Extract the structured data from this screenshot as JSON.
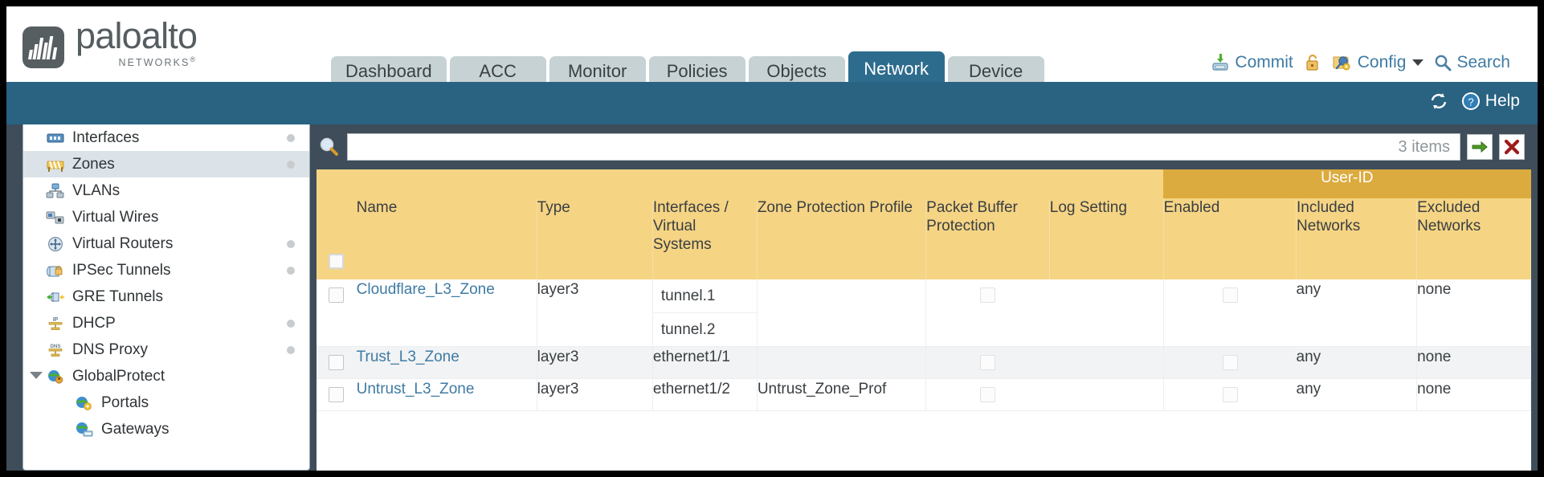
{
  "brand": {
    "name": "paloalto",
    "tagline": "NETWORKS",
    "registered": "®"
  },
  "tabs": [
    {
      "label": "Dashboard",
      "active": false
    },
    {
      "label": "ACC",
      "active": false
    },
    {
      "label": "Monitor",
      "active": false
    },
    {
      "label": "Policies",
      "active": false
    },
    {
      "label": "Objects",
      "active": false
    },
    {
      "label": "Network",
      "active": true
    },
    {
      "label": "Device",
      "active": false
    }
  ],
  "masthead_actions": [
    {
      "label": "Commit",
      "icon": "commit-save-icon"
    },
    {
      "label": "",
      "icon": "padlock-icon"
    },
    {
      "label": "Config",
      "icon": "config-wrench-icon",
      "caret": true
    },
    {
      "label": "Search",
      "icon": "search-magnifier-icon"
    }
  ],
  "bluebar": {
    "refresh_icon": "refresh-icon",
    "help_label": "Help",
    "help_icon": "help-question-icon"
  },
  "sidebar": {
    "items": [
      {
        "label": "Interfaces",
        "icon": "interfaces-icon",
        "dot": true,
        "selected": false,
        "sub": false,
        "expander": false
      },
      {
        "label": "Zones",
        "icon": "zones-icon",
        "dot": true,
        "selected": true,
        "sub": false,
        "expander": false
      },
      {
        "label": "VLANs",
        "icon": "vlans-icon",
        "dot": false,
        "selected": false,
        "sub": false,
        "expander": false
      },
      {
        "label": "Virtual Wires",
        "icon": "virtual-wires-icon",
        "dot": false,
        "selected": false,
        "sub": false,
        "expander": false
      },
      {
        "label": "Virtual Routers",
        "icon": "virtual-routers-icon",
        "dot": true,
        "selected": false,
        "sub": false,
        "expander": false
      },
      {
        "label": "IPSec Tunnels",
        "icon": "ipsec-tunnels-icon",
        "dot": true,
        "selected": false,
        "sub": false,
        "expander": false
      },
      {
        "label": "GRE Tunnels",
        "icon": "gre-tunnels-icon",
        "dot": false,
        "selected": false,
        "sub": false,
        "expander": false
      },
      {
        "label": "DHCP",
        "icon": "dhcp-icon",
        "dot": true,
        "selected": false,
        "sub": false,
        "expander": false
      },
      {
        "label": "DNS Proxy",
        "icon": "dns-proxy-icon",
        "dot": true,
        "selected": false,
        "sub": false,
        "expander": false
      },
      {
        "label": "GlobalProtect",
        "icon": "globalprotect-icon",
        "dot": false,
        "selected": false,
        "sub": false,
        "expander": true
      },
      {
        "label": "Portals",
        "icon": "portals-icon",
        "dot": false,
        "selected": false,
        "sub": true,
        "expander": false
      },
      {
        "label": "Gateways",
        "icon": "gateways-icon",
        "dot": false,
        "selected": false,
        "sub": true,
        "expander": false
      }
    ]
  },
  "search": {
    "icon": "search-magnifier-icon",
    "value": "",
    "placeholder": "",
    "item_count": "3 items",
    "apply_icon": "green-arrow-icon",
    "clear_icon": "red-x-icon"
  },
  "table": {
    "group_header": "User-ID",
    "columns": [
      "Name",
      "Type",
      "Interfaces / Virtual Systems",
      "Zone Protection Profile",
      "Packet Buffer Protection",
      "Log Setting",
      "Enabled",
      "Included Networks",
      "Excluded Networks"
    ],
    "rows": [
      {
        "selected": false,
        "name": "Cloudflare_L3_Zone",
        "type": "layer3",
        "interfaces": [
          "tunnel.1",
          "tunnel.2"
        ],
        "zone_protection_profile": "",
        "packet_buffer_protection": false,
        "log_setting": "",
        "enabled": false,
        "included_networks": "any",
        "excluded_networks": "none"
      },
      {
        "selected": false,
        "name": "Trust_L3_Zone",
        "type": "layer3",
        "interfaces": [
          "ethernet1/1"
        ],
        "zone_protection_profile": "",
        "packet_buffer_protection": false,
        "log_setting": "",
        "enabled": false,
        "included_networks": "any",
        "excluded_networks": "none"
      },
      {
        "selected": false,
        "name": "Untrust_L3_Zone",
        "type": "layer3",
        "interfaces": [
          "ethernet1/2"
        ],
        "zone_protection_profile": "Untrust_Zone_Prof",
        "packet_buffer_protection": false,
        "log_setting": "",
        "enabled": false,
        "included_networks": "any",
        "excluded_networks": "none"
      }
    ]
  },
  "colors": {
    "brand_gray": "#565d61",
    "active_tab_blue": "#2e6c8e",
    "inactive_tab": "#c6d2d4",
    "bluebar": "#2a6282",
    "body_slate": "#3e4d59",
    "table_header_gold": "#f5d484",
    "group_header_gold": "#dcab3f",
    "link_blue": "#3f7ba3"
  }
}
